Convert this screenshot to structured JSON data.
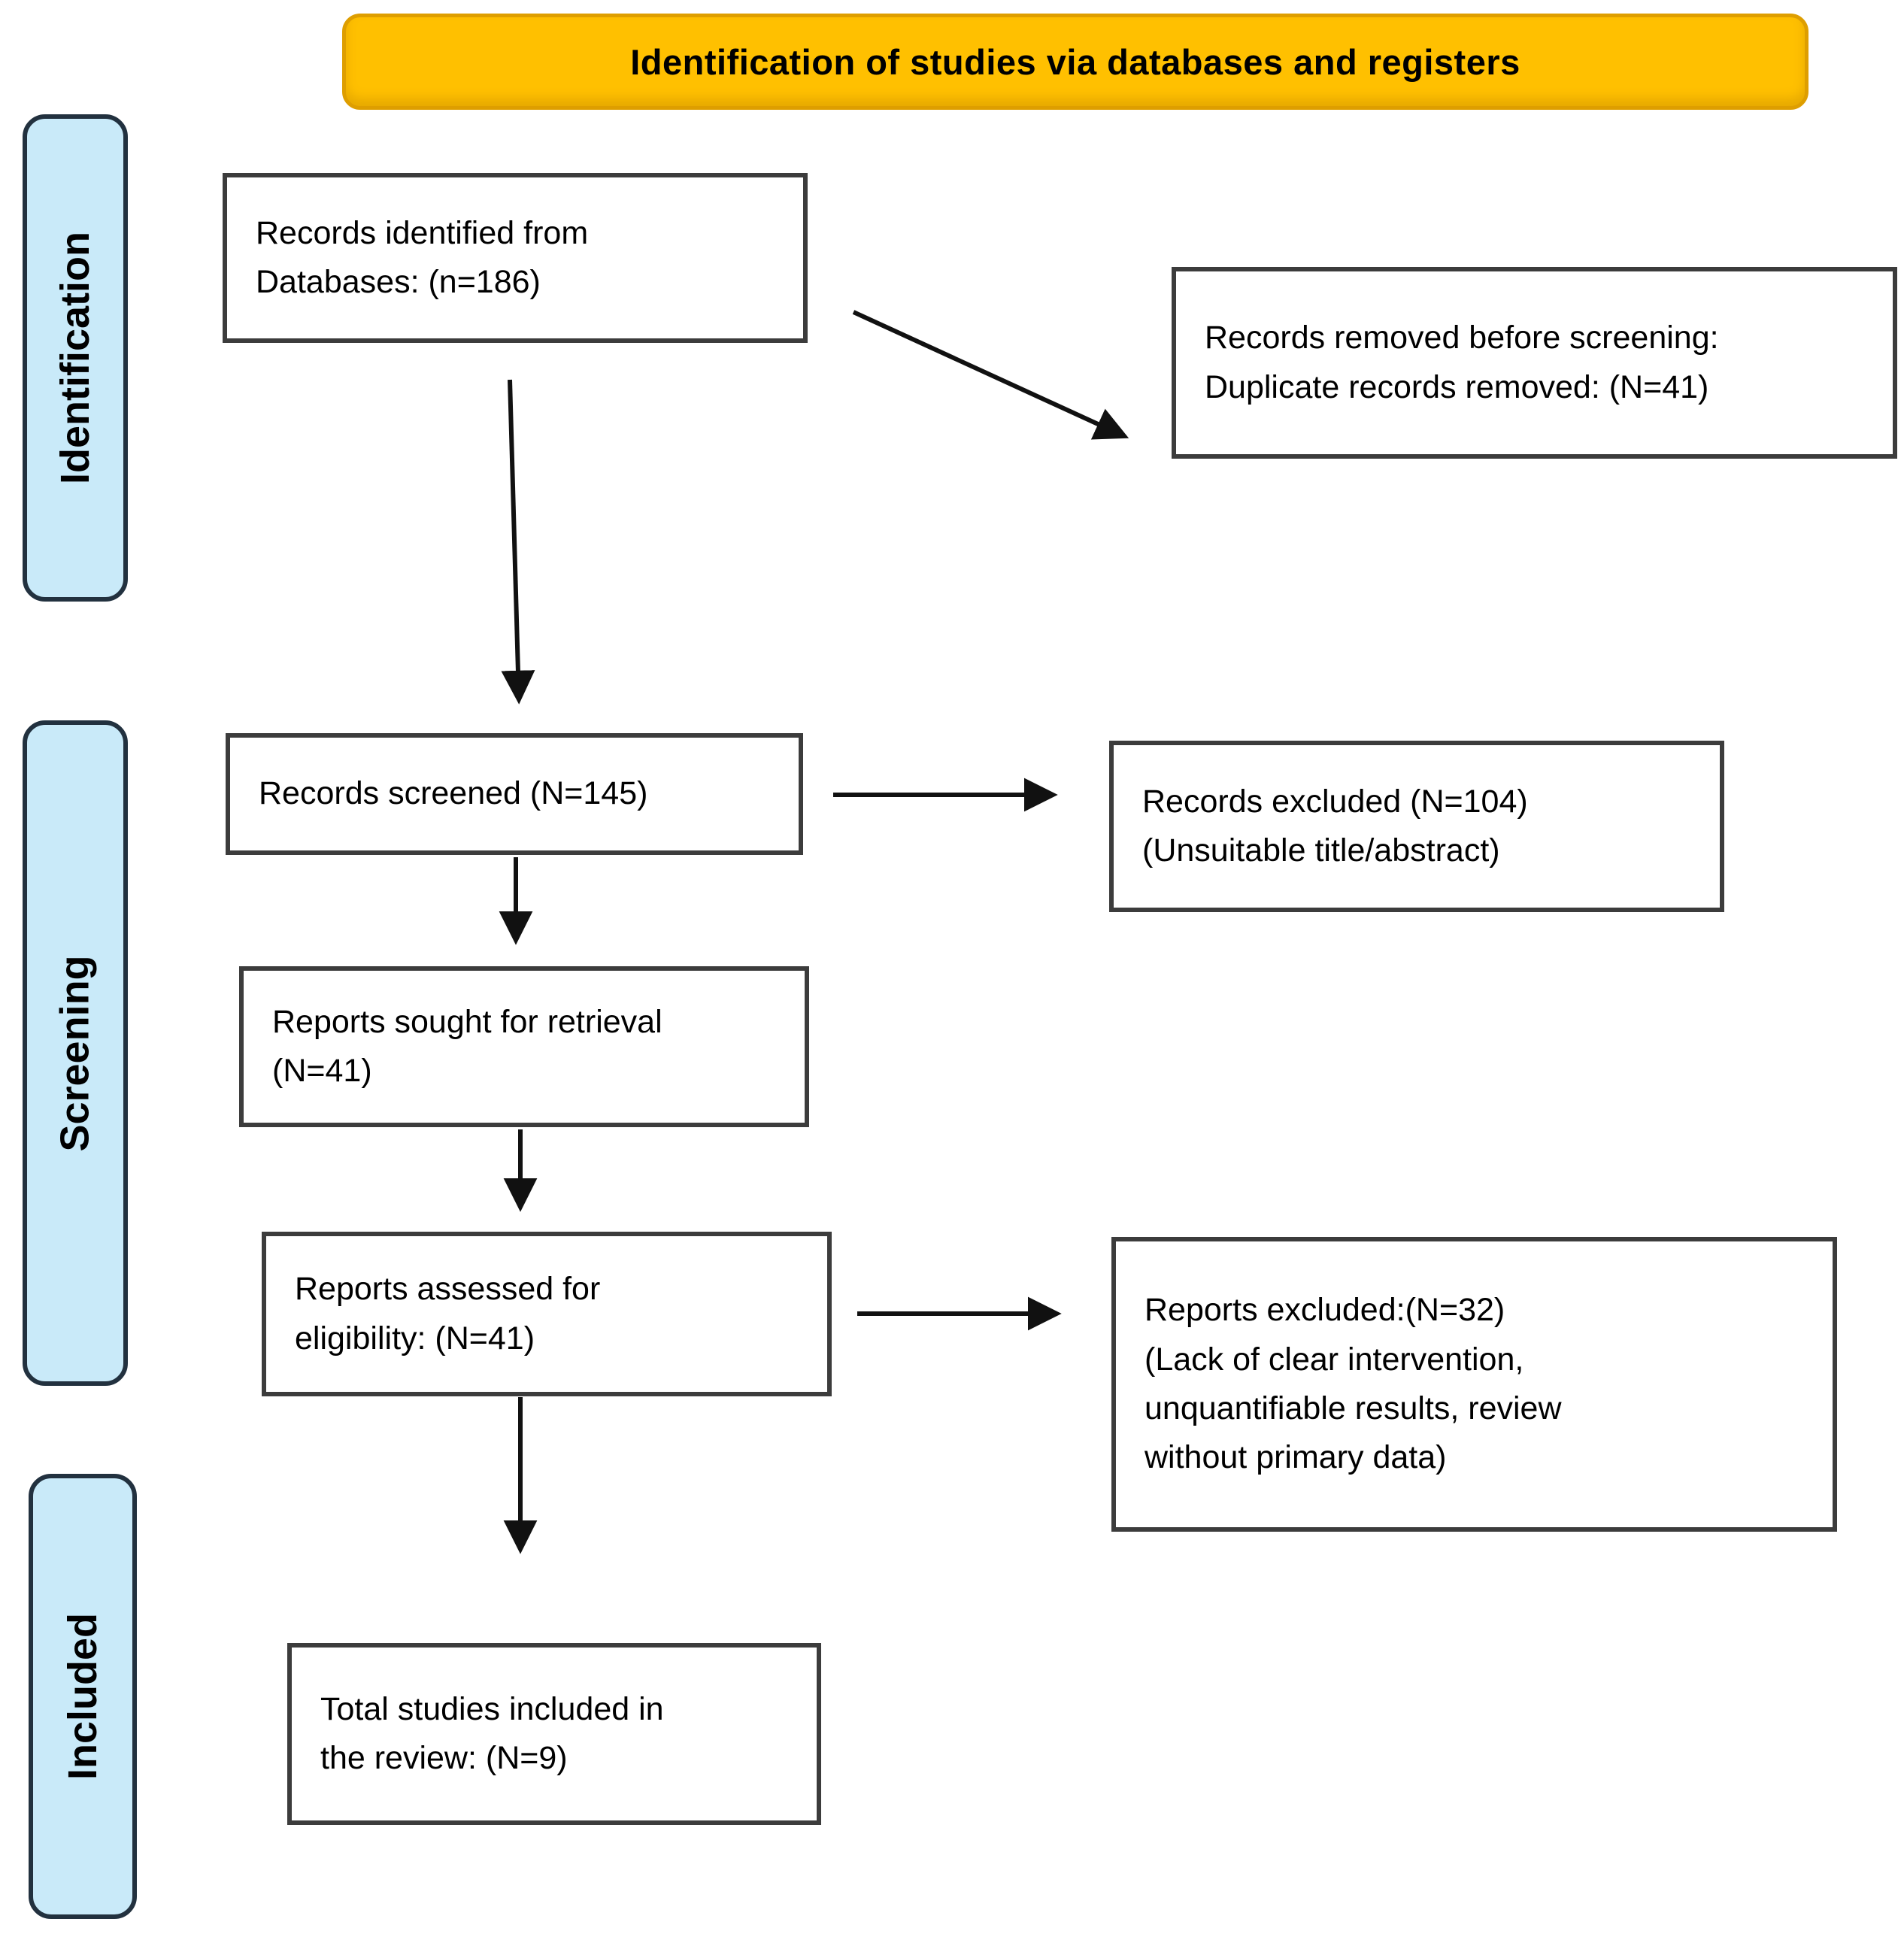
{
  "banner": {
    "title": "Identification of studies via databases and registers"
  },
  "sidebar": {
    "identification": "Identification",
    "screening": "Screening",
    "included": "Included"
  },
  "boxes": {
    "records_identified": "Records identified from\nDatabases: (n=186)",
    "records_removed": "Records removed before screening:\nDuplicate records removed: (N=41)",
    "records_screened": "Records screened (N=145)",
    "records_excluded": "Records excluded (N=104)\n(Unsuitable title/abstract)",
    "reports_sought": "Reports sought for retrieval\n(N=41)",
    "reports_assessed": "Reports assessed for\neligibility: (N=41)",
    "reports_excluded": "Reports excluded:(N=32)\n(Lack of clear intervention,\nunquantifiable results, review\nwithout primary data)",
    "total_included": "Total studies included in\nthe review: (N=9)"
  },
  "counts": {
    "identified": 186,
    "duplicates_removed": 41,
    "screened": 145,
    "excluded_screening": 104,
    "sought_retrieval": 41,
    "assessed_eligibility": 41,
    "reports_excluded": 32,
    "included_total": 9
  },
  "colors": {
    "banner_bg": "#FFC000",
    "banner_border": "#DE9E00",
    "stage_bg": "#C9EAF9",
    "stage_border": "#22313F",
    "box_border": "#3C3C3C",
    "arrow": "#111111"
  }
}
